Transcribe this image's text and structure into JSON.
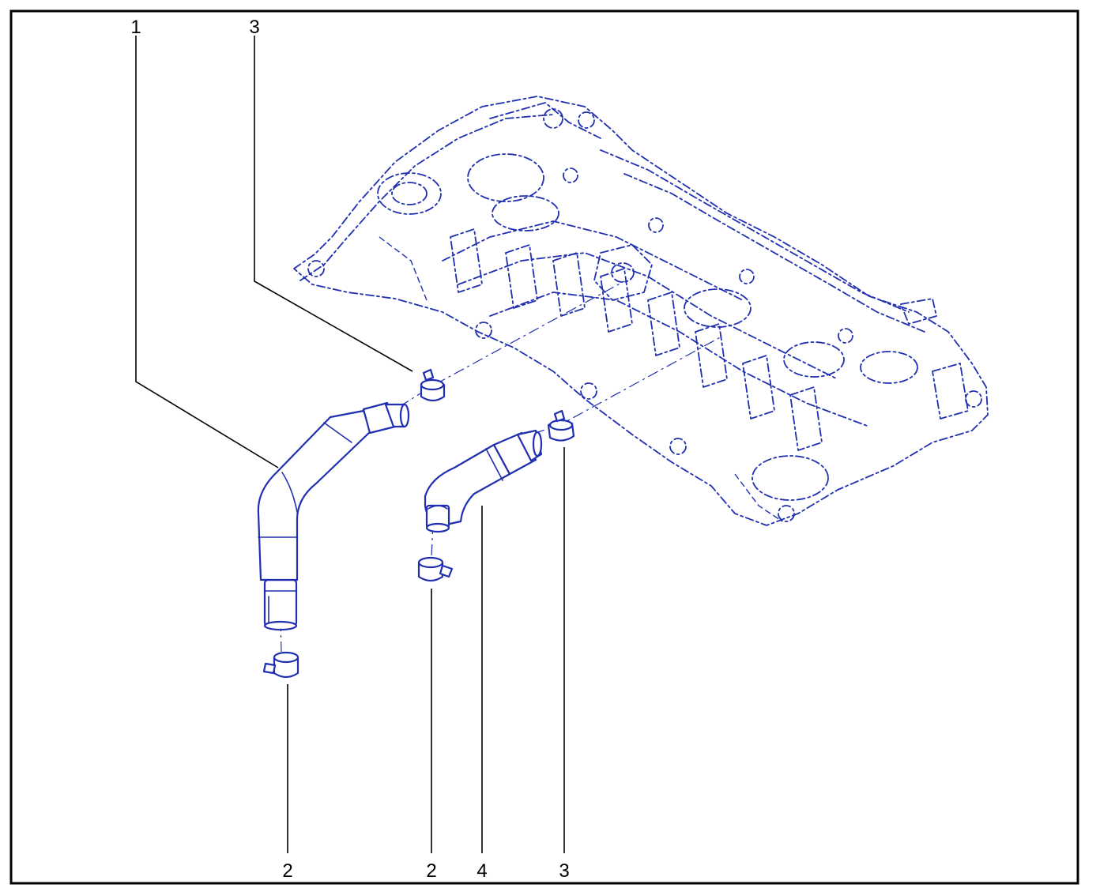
{
  "callouts": [
    {
      "id": "c1",
      "label": "1"
    },
    {
      "id": "c3a",
      "label": "3"
    },
    {
      "id": "c2a",
      "label": "2"
    },
    {
      "id": "c2b",
      "label": "2"
    },
    {
      "id": "c4",
      "label": "4"
    },
    {
      "id": "c3b",
      "label": "3"
    }
  ],
  "colors": {
    "line_art": "#1f2fb0",
    "leader": "#000000",
    "frame": "#000000",
    "background": "#ffffff"
  }
}
